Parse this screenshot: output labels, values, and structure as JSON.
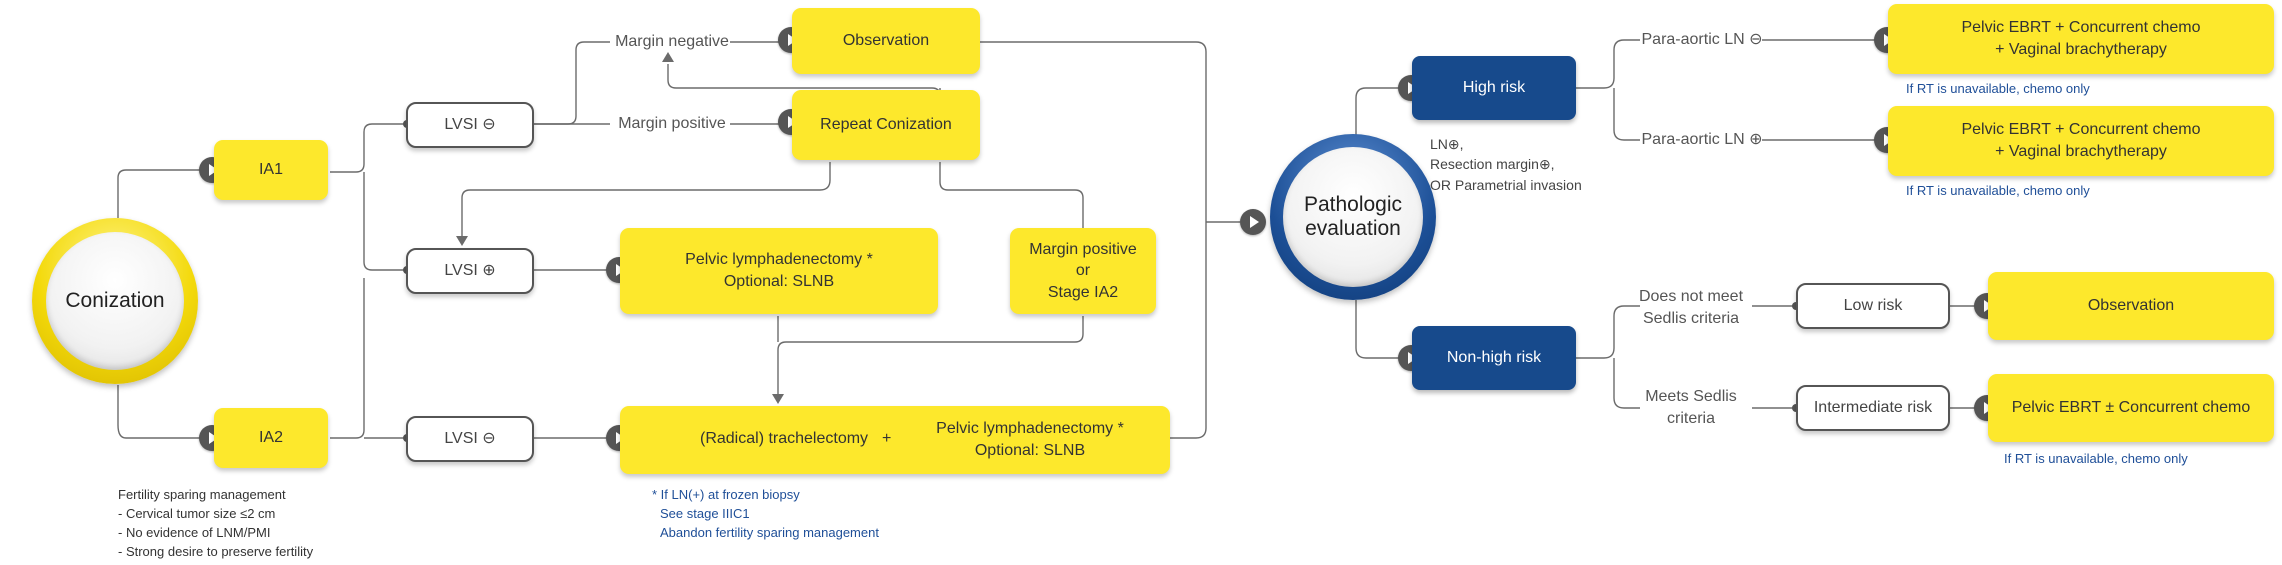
{
  "nodes": {
    "conization": "Conization",
    "ia1": "IA1",
    "ia2": "IA2",
    "lvsi_neg_1": "LVSI ⊖",
    "lvsi_pos": "LVSI ⊕",
    "lvsi_neg_2": "LVSI ⊖",
    "observation_1": "Observation",
    "repeat_conization": "Repeat Conization",
    "pelvic_lymph_1": "Pelvic lymphadenectomy *",
    "pelvic_lymph_1_opt": "Optional: SLNB",
    "margin_pos_stage": "Margin positive",
    "margin_pos_stage_or": "or",
    "margin_pos_stage_ia2": "Stage IA2",
    "trachelectomy": "(Radical) trachelectomy",
    "plus": "+",
    "pelvic_lymph_2": "Pelvic lymphadenectomy *",
    "pelvic_lymph_2_opt": "Optional: SLNB",
    "pathologic_1": "Pathologic",
    "pathologic_2": "evaluation",
    "high_risk": "High risk",
    "non_high_risk": "Non-high risk",
    "treat_1_line1": "Pelvic EBRT + Concurrent chemo",
    "treat_1_line2": "+ Vaginal brachytherapy",
    "treat_2_line1": "Pelvic EBRT + Concurrent chemo",
    "treat_2_line2": "+ Vaginal brachytherapy",
    "low_risk": "Low risk",
    "intermediate_risk": "Intermediate risk",
    "observation_2": "Observation",
    "treat_3": "Pelvic EBRT ± Concurrent chemo"
  },
  "labels": {
    "margin_negative": "Margin negative",
    "margin_positive": "Margin positive",
    "para_aortic_neg": "Para-aortic LN ⊖",
    "para_aortic_pos": "Para-aortic LN ⊕",
    "not_meet_1": "Does not meet",
    "not_meet_2": "Sedlis criteria",
    "meets_1": "Meets Sedlis",
    "meets_2": "criteria",
    "hr_criteria_1": "LN⊕,",
    "hr_criteria_2": "Resection margin⊕,",
    "hr_criteria_3": "OR Parametrial invasion"
  },
  "notes": {
    "fertility": [
      "Fertility sparing management",
      "- Cervical tumor size ≤2 cm",
      "- No evidence of LNM/PMI",
      "- Strong desire to preserve fertility"
    ],
    "frozen": [
      "* If LN(+) at frozen biopsy",
      "See stage IIIC1",
      "Abandon fertility sparing management"
    ],
    "rt_unavailable_1": "If RT is unavailable, chemo only",
    "rt_unavailable_2": "If RT is unavailable, chemo only",
    "rt_unavailable_3": "If RT is unavailable, chemo only"
  },
  "colors": {
    "yellow": "#fde82c",
    "blue": "#174a8c",
    "line": "#666666",
    "note_blue": "#1f4f98"
  }
}
